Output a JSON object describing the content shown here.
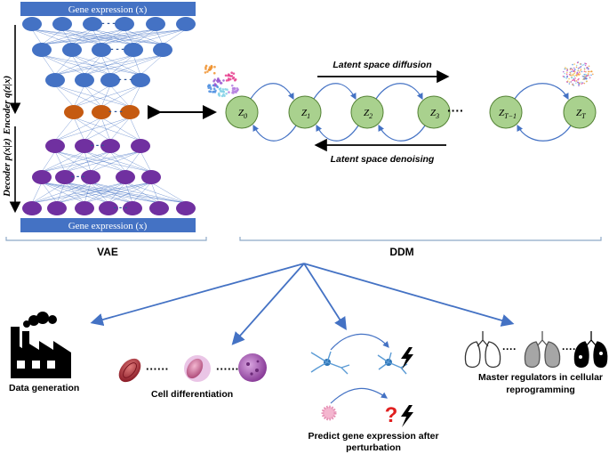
{
  "vae": {
    "top_bar_label": "Gene expression (x)",
    "bottom_bar_label": "Gene expression (x)",
    "encoder_label": "Encoder q(z|x)",
    "decoder_label": "Decoder p(x|z)",
    "section_label": "VAE"
  },
  "ddm": {
    "section_label": "DDM",
    "diffusion_label": "Latent space diffusion",
    "denoising_label": "Latent space denoising",
    "states": [
      {
        "base": "Z",
        "sub": "0"
      },
      {
        "base": "Z",
        "sub": "1"
      },
      {
        "base": "Z",
        "sub": "2"
      },
      {
        "base": "Z",
        "sub": "3"
      },
      {
        "base": "Z",
        "sub": "T−1"
      },
      {
        "base": "Z",
        "sub": "T"
      }
    ]
  },
  "applications": {
    "data_generation": "Data generation",
    "cell_differentiation": "Cell differentiation",
    "predict_line1": "Predict gene expression after",
    "predict_line2": "perturbation",
    "reprogramming_line1": "Master regulators in cellular",
    "reprogramming_line2": "reprogramming"
  },
  "colors": {
    "bar": "#4472c4",
    "encoder_node": "#4472c4",
    "latent_node": "#c55a11",
    "decoder_node": "#7030a0",
    "ddm_node": "#a9d18e",
    "ddm_node_stroke": "#548235",
    "arrow": "#4472c4"
  }
}
